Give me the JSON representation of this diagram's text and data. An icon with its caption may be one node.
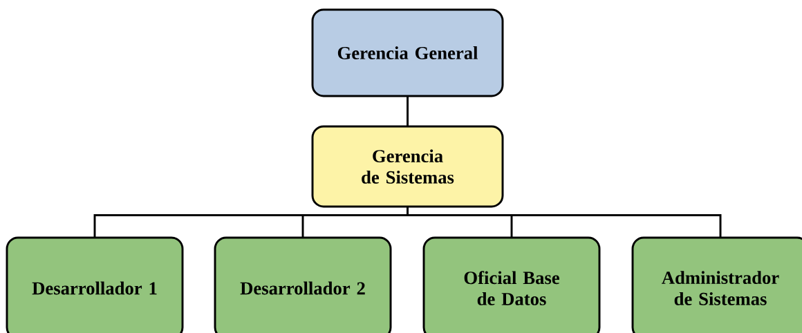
{
  "diagram": {
    "nodes": [
      {
        "text": [
          "Gerencia General"
        ]
      },
      {
        "text": [
          "Gerencia de Sistemas"
        ]
      },
      {
        "text": [
          "Desarrollador 1"
        ]
      },
      {
        "text": [
          "Desarrollador 2"
        ]
      },
      {
        "text": [
          "Oficial Base de Datos"
        ]
      },
      {
        "text": [
          "Administrador de Sistemas"
        ]
      }
    ],
    "edges": [
      {
        "from": 0,
        "to": 1,
        "arrow": "none"
      },
      {
        "from": 1,
        "to": 2,
        "arrow": "none"
      },
      {
        "from": 1,
        "to": 3,
        "arrow": "none"
      },
      {
        "from": 1,
        "to": 4,
        "arrow": "none"
      },
      {
        "from": 1,
        "to": 5,
        "arrow": "none"
      }
    ]
  }
}
